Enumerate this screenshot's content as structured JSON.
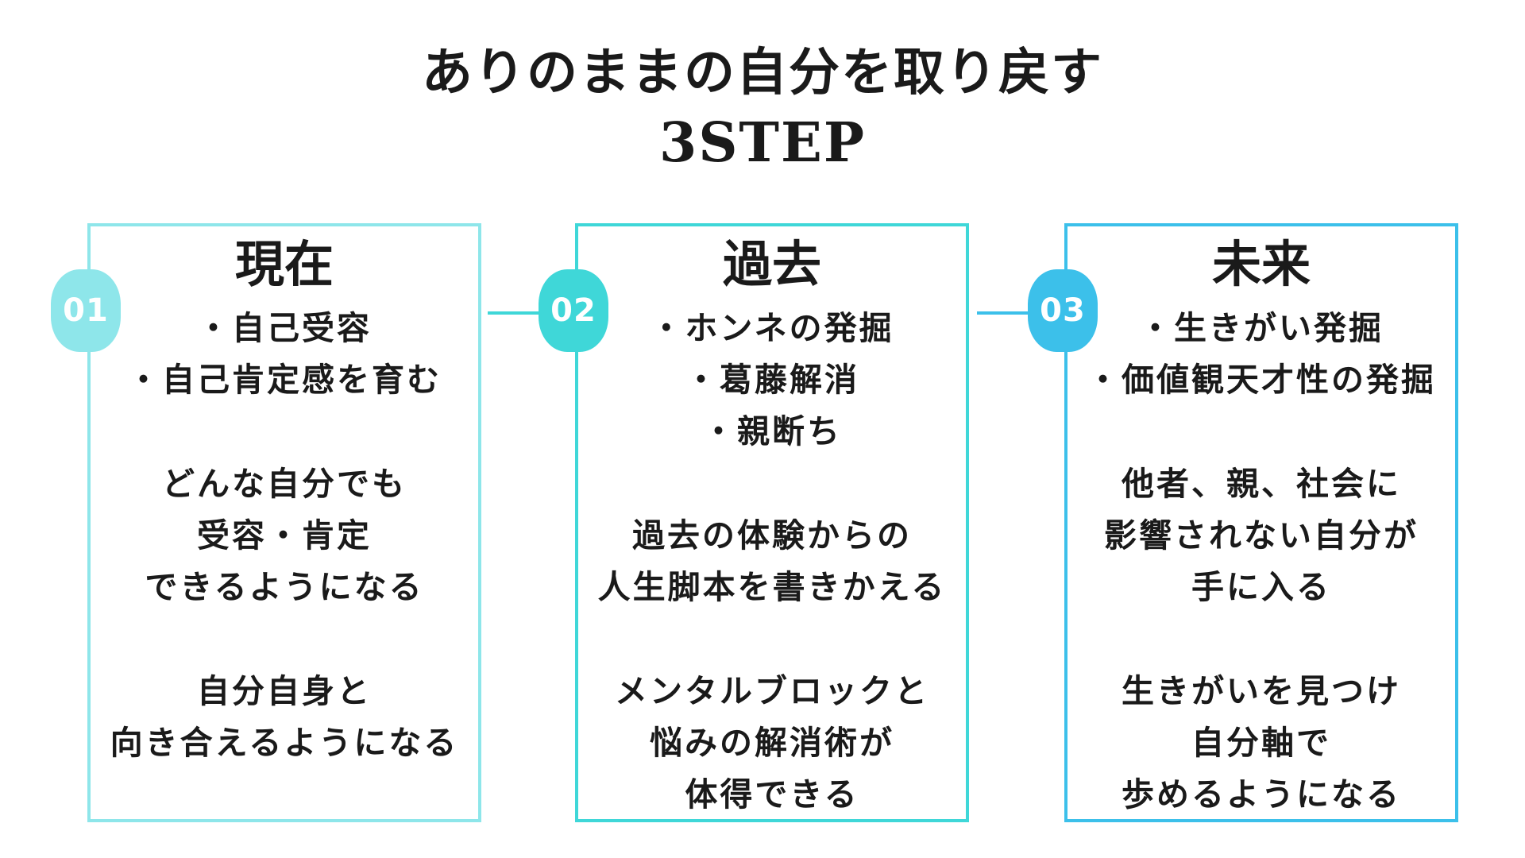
{
  "title": {
    "line1": "ありのままの自分を取り戻す",
    "line2": "3STEP"
  },
  "colors": {
    "step1": "#8ee6ea",
    "step2": "#3fd7d8",
    "step3": "#3cc0ea"
  },
  "steps": [
    {
      "number": "01",
      "heading": "現在",
      "blocks": [
        [
          "・自己受容",
          "・自己肯定感を育む"
        ],
        [
          "どんな自分でも",
          "受容・肯定",
          "できるようになる"
        ],
        [
          "自分自身と",
          "向き合えるようになる"
        ]
      ]
    },
    {
      "number": "02",
      "heading": "過去",
      "blocks": [
        [
          "・ホンネの発掘",
          "・葛藤解消",
          "・親断ち"
        ],
        [
          "過去の体験からの",
          "人生脚本を書きかえる"
        ],
        [
          "メンタルブロックと",
          "悩みの解消術が",
          "体得できる"
        ]
      ]
    },
    {
      "number": "03",
      "heading": "未来",
      "blocks": [
        [
          "・生きがい発掘",
          "・価値観天才性の発掘"
        ],
        [
          "他者、親、社会に",
          "影響されない自分が",
          "手に入る"
        ],
        [
          "生きがいを見つけ",
          "自分軸で",
          "歩めるようになる"
        ]
      ]
    }
  ]
}
